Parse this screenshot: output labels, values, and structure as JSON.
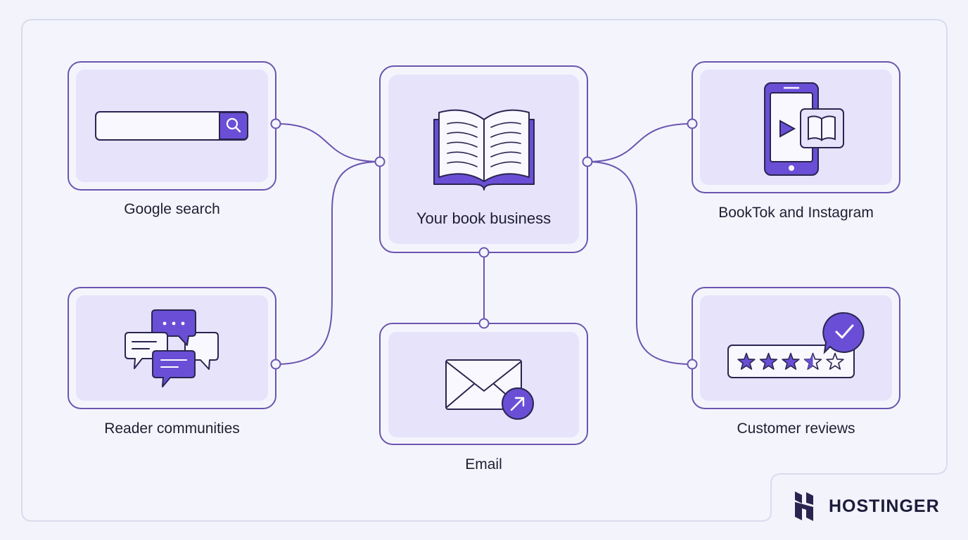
{
  "nodes": {
    "center": {
      "label": "Your book business",
      "icon": "open-book-icon"
    },
    "google": {
      "label": "Google search",
      "icon": "search-bar-icon"
    },
    "social": {
      "label": "BookTok and Instagram",
      "icon": "phone-video-icon"
    },
    "communities": {
      "label": "Reader communities",
      "icon": "chat-bubbles-icon"
    },
    "email": {
      "label": "Email",
      "icon": "envelope-icon"
    },
    "reviews": {
      "label": "Customer reviews",
      "icon": "star-rating-icon"
    }
  },
  "reviews_rating": {
    "value": 3.5,
    "max": 5
  },
  "brand": {
    "name": "HOSTINGER",
    "icon": "hostinger-logo-icon"
  },
  "colors": {
    "background": "#f2f3fb",
    "card_fill": "#e6e3fb",
    "card_border": "#6b55b0",
    "accent": "#6a4fd6",
    "ink": "#2a2550"
  }
}
